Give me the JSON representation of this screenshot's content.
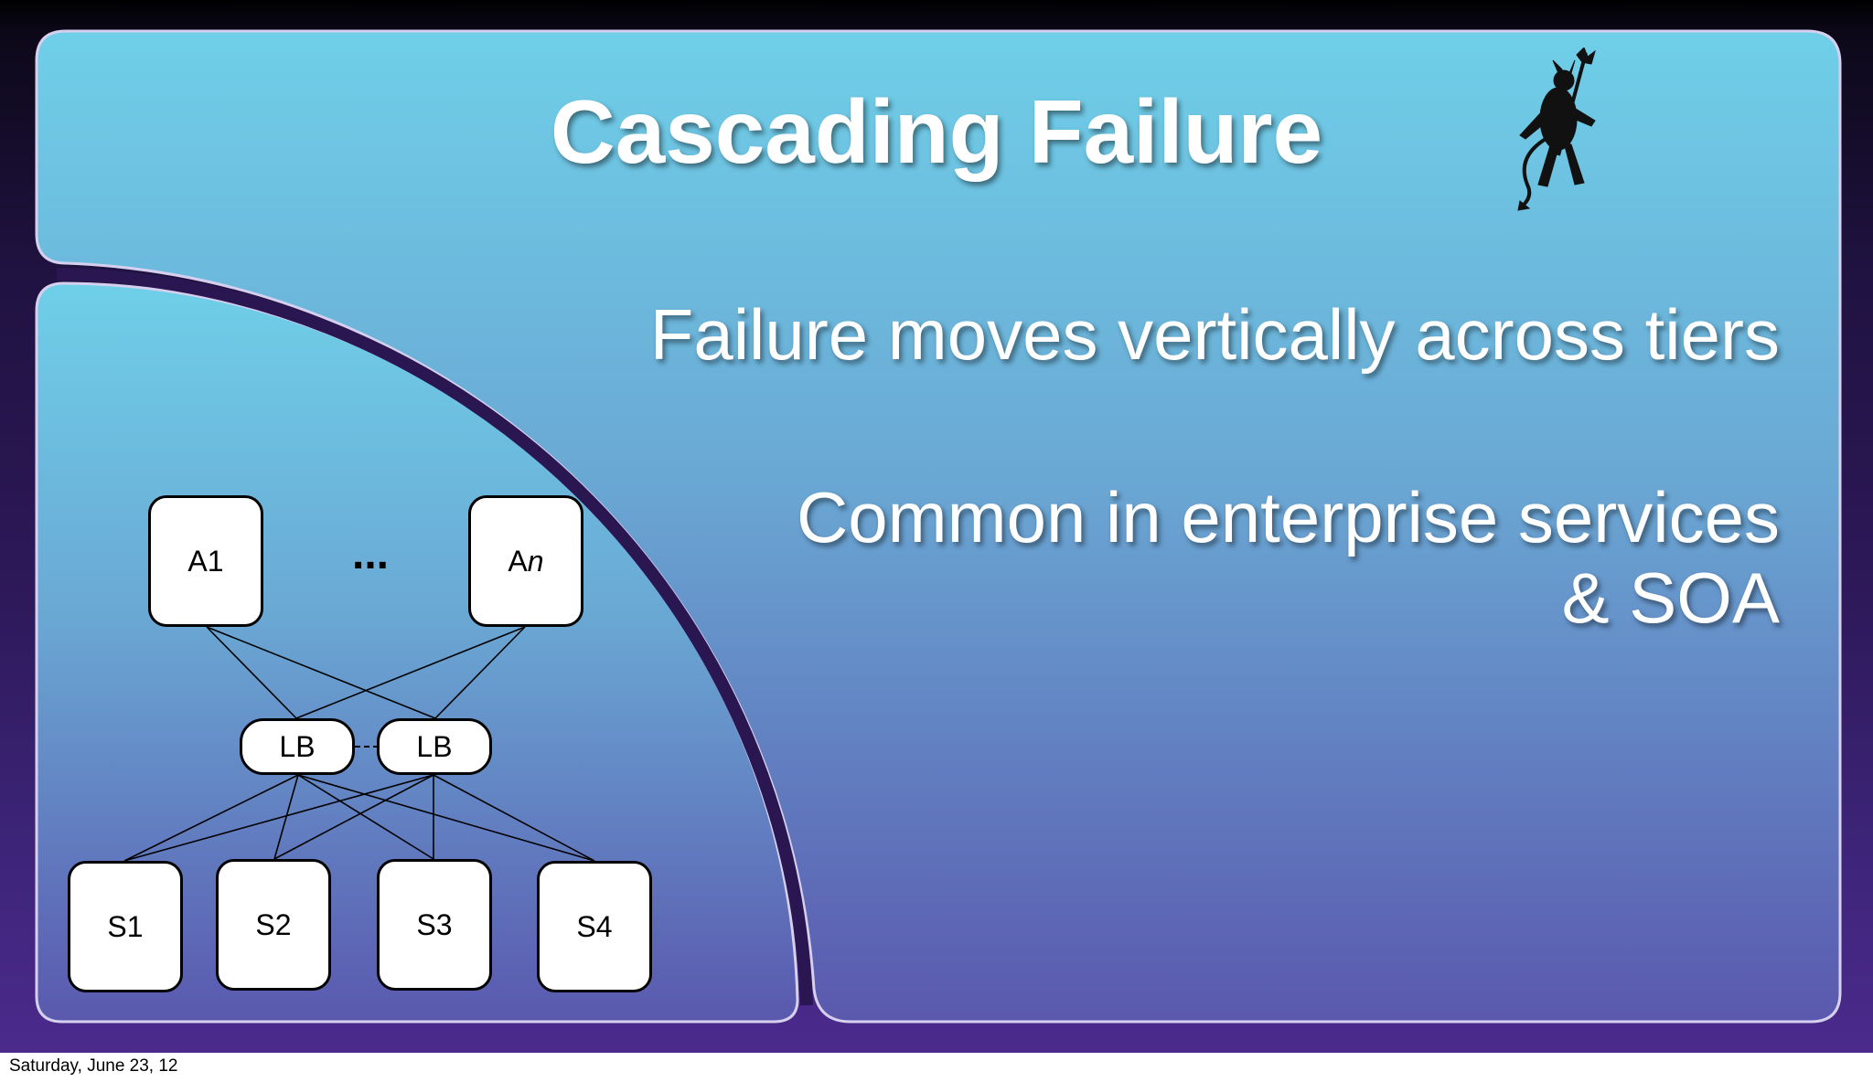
{
  "slide": {
    "title": "Cascading Failure",
    "bullets": [
      {
        "lines": [
          "Failure moves vertically across tiers"
        ]
      },
      {
        "lines": [
          "Common in enterprise services",
          "& SOA"
        ]
      }
    ],
    "footer_date": "Saturday, June 23, 12",
    "logo_icon": "devil-with-trident-icon"
  },
  "diagram": {
    "app_nodes": [
      {
        "label_prefix": "A",
        "label_suffix": "1",
        "suffix_italic": false
      },
      {
        "label_prefix": "A",
        "label_suffix": "n",
        "suffix_italic": true
      }
    ],
    "ellipsis": "...",
    "load_balancers": [
      "LB",
      "LB"
    ],
    "service_nodes": [
      "S1",
      "S2",
      "S3",
      "S4"
    ]
  },
  "colors": {
    "panel_top": "#6fcce6",
    "panel_bottom": "#5c5db0",
    "frame_purple": "#2a1650",
    "node_fill": "#ffffff",
    "node_border": "#000000"
  }
}
